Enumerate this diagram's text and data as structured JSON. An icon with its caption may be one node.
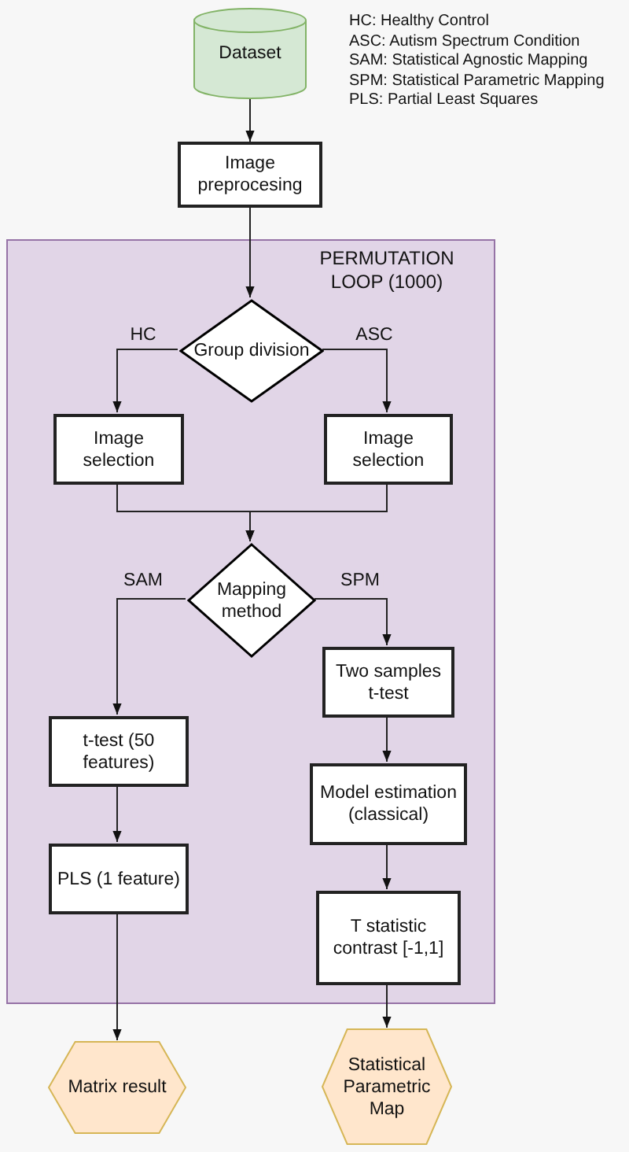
{
  "diagram": {
    "nodes": [
      {
        "text": [
          "Dataset"
        ]
      },
      {
        "text": [
          "Image preprocesing"
        ]
      },
      {
        "text": [
          "PERMUTATION LOOP (1000)"
        ]
      },
      {
        "text": [
          "Group division"
        ],
        "in": 2
      },
      {
        "text": [
          "Image selection"
        ],
        "in": 2
      },
      {
        "text": [
          "Image selection"
        ],
        "in": 2
      },
      {
        "text": [
          "Mapping method"
        ],
        "in": 2
      },
      {
        "text": [
          "Two samples t-test"
        ],
        "in": 2
      },
      {
        "text": [
          "t-test (50 features)"
        ],
        "in": 2
      },
      {
        "text": [
          "Model estimation (classical)"
        ],
        "in": 2
      },
      {
        "text": [
          "PLS (1 feature)"
        ],
        "in": 2
      },
      {
        "text": [
          "T statistic contrast [-1,1]"
        ],
        "in": 2
      },
      {
        "text": [
          "Matrix result"
        ]
      },
      {
        "text": [
          "Statistical Parametric Map"
        ]
      }
    ],
    "edges": [
      {
        "from": 0,
        "to": 1,
        "arrow": "to"
      },
      {
        "from": 1,
        "to": 3,
        "arrow": "to"
      },
      {
        "from": 3,
        "to": 4,
        "arrow": "to",
        "label": "HC"
      },
      {
        "from": 3,
        "to": 5,
        "arrow": "to",
        "label": "ASC"
      },
      {
        "from": 4,
        "to": 6,
        "arrow": "to"
      },
      {
        "from": 5,
        "to": 6,
        "arrow": "to"
      },
      {
        "from": 6,
        "to": 8,
        "arrow": "to",
        "label": "SAM"
      },
      {
        "from": 6,
        "to": 7,
        "arrow": "to",
        "label": "SPM"
      },
      {
        "from": 8,
        "to": 10,
        "arrow": "to"
      },
      {
        "from": 10,
        "to": 12,
        "arrow": "to"
      },
      {
        "from": 7,
        "to": 9,
        "arrow": "to"
      },
      {
        "from": 9,
        "to": 11,
        "arrow": "to"
      },
      {
        "from": 11,
        "to": 13,
        "arrow": "to"
      }
    ],
    "labels": [
      "HC: Healthy Control",
      "ASC: Autism Spectrum Condition",
      "SAM: Statistical Agnostic Mapping",
      "SPM: Statistical Parametric Mapping",
      "PLS: Partial Least Squares"
    ]
  }
}
